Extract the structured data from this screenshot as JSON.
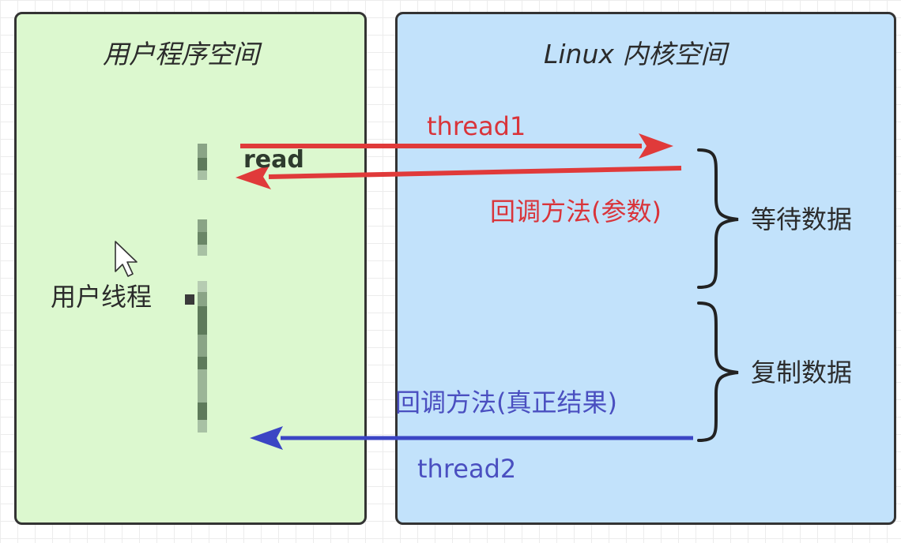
{
  "user_space": {
    "title": "用户程序空间",
    "read_label": "read",
    "user_thread_label": "用户线程"
  },
  "kernel_space": {
    "title": "Linux 内核空间",
    "thread1_label": "thread1",
    "callback_param_label": "回调方法(参数)",
    "callback_result_label": "回调方法(真正结果)",
    "thread2_label": "thread2",
    "wait_data_label": "等待数据",
    "copy_data_label": "复制数据"
  },
  "colors": {
    "user_panel_bg": "#dcf8cf",
    "kernel_panel_bg": "#c2e2fb",
    "red_arrow": "#e03a3a",
    "blue_arrow": "#3b45c4"
  }
}
